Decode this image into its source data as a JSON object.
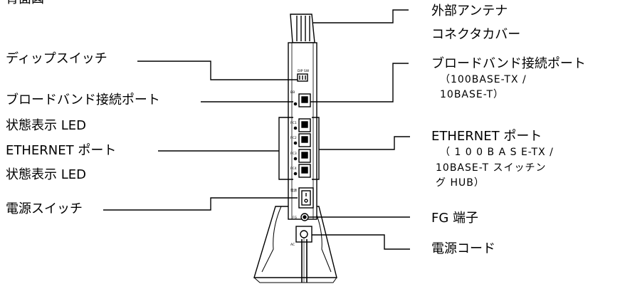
{
  "diagram": {
    "left_labels": {
      "top_cut": "背面図",
      "dip_switch": "ディップスイッチ",
      "broadband_port_line1": "ブロードバンド接続ポート",
      "broadband_port_line2": "状態表示 LED",
      "ethernet_port_line1": "ETHERNET ポート",
      "ethernet_port_line2": "状態表示 LED",
      "power_switch": "電源スイッチ"
    },
    "right_labels": {
      "antenna_line1": "外部アンテナ",
      "antenna_line2": "コネクタカバー",
      "broadband_port": "ブロードバンド接続ポート",
      "broadband_port_spec_line1": "（100BASE-TX /",
      "broadband_port_spec_line2": "10BASE-T）",
      "ethernet_port": "ETHERNET ポート",
      "ethernet_port_spec_line1": "（ 1 0 0 B A S E-TX /",
      "ethernet_port_spec_line2": "10BASE-T スイッチン",
      "ethernet_port_spec_line3": "グ HUB）",
      "fg_terminal": "FG 端子",
      "power_cord": "電源コード"
    },
    "device_markings": {
      "dip": "DIP SW",
      "bb": "BB",
      "pc1": "PC1",
      "pc2": "PC2",
      "pc3": "PC3",
      "pc4": "PC4",
      "power": "電源",
      "fg": "FG",
      "ac": "AC"
    }
  }
}
